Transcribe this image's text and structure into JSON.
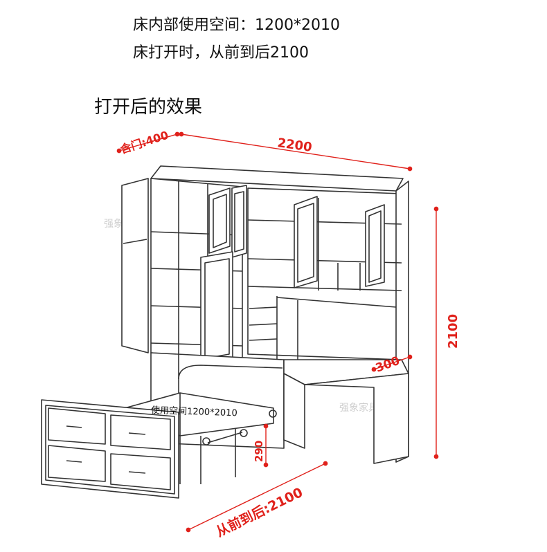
{
  "notes": {
    "line1": "床内部使用空间：1200*2010",
    "line2": "床打开时，从前到后2100"
  },
  "heading": "打开后的效果",
  "dimensions": {
    "door": "含门:400",
    "width": "2200",
    "height": "2100",
    "desk_depth": "300",
    "usable_space": "使用空间1200*2010",
    "bed_height": "290",
    "front_to_back": "从前到后:2100"
  },
  "watermark": "强象家具",
  "colors": {
    "dimension": "#e0211b",
    "line": "#333333"
  }
}
